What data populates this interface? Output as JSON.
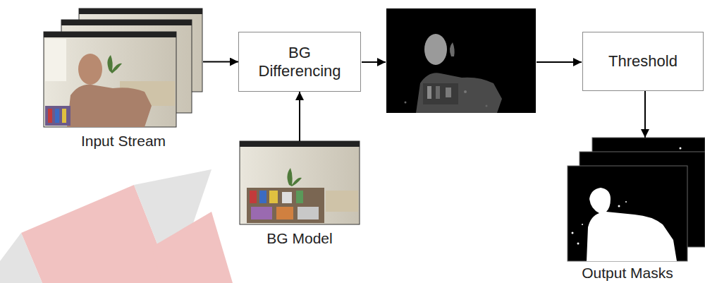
{
  "diagram": {
    "nodes": [
      {
        "text": [
          "Input Stream"
        ]
      },
      {
        "text": [
          "BG Differencing"
        ]
      },
      {
        "text": [
          "BG Model"
        ]
      },
      {
        "text": [
          "Threshold"
        ]
      },
      {
        "text": [
          "Output Masks"
        ]
      }
    ],
    "edges": [
      {
        "from": 0,
        "to": 1,
        "arrow": "to"
      },
      {
        "from": 2,
        "to": 1,
        "arrow": "to"
      },
      {
        "from": 3,
        "to": 4,
        "arrow": "to"
      }
    ]
  }
}
